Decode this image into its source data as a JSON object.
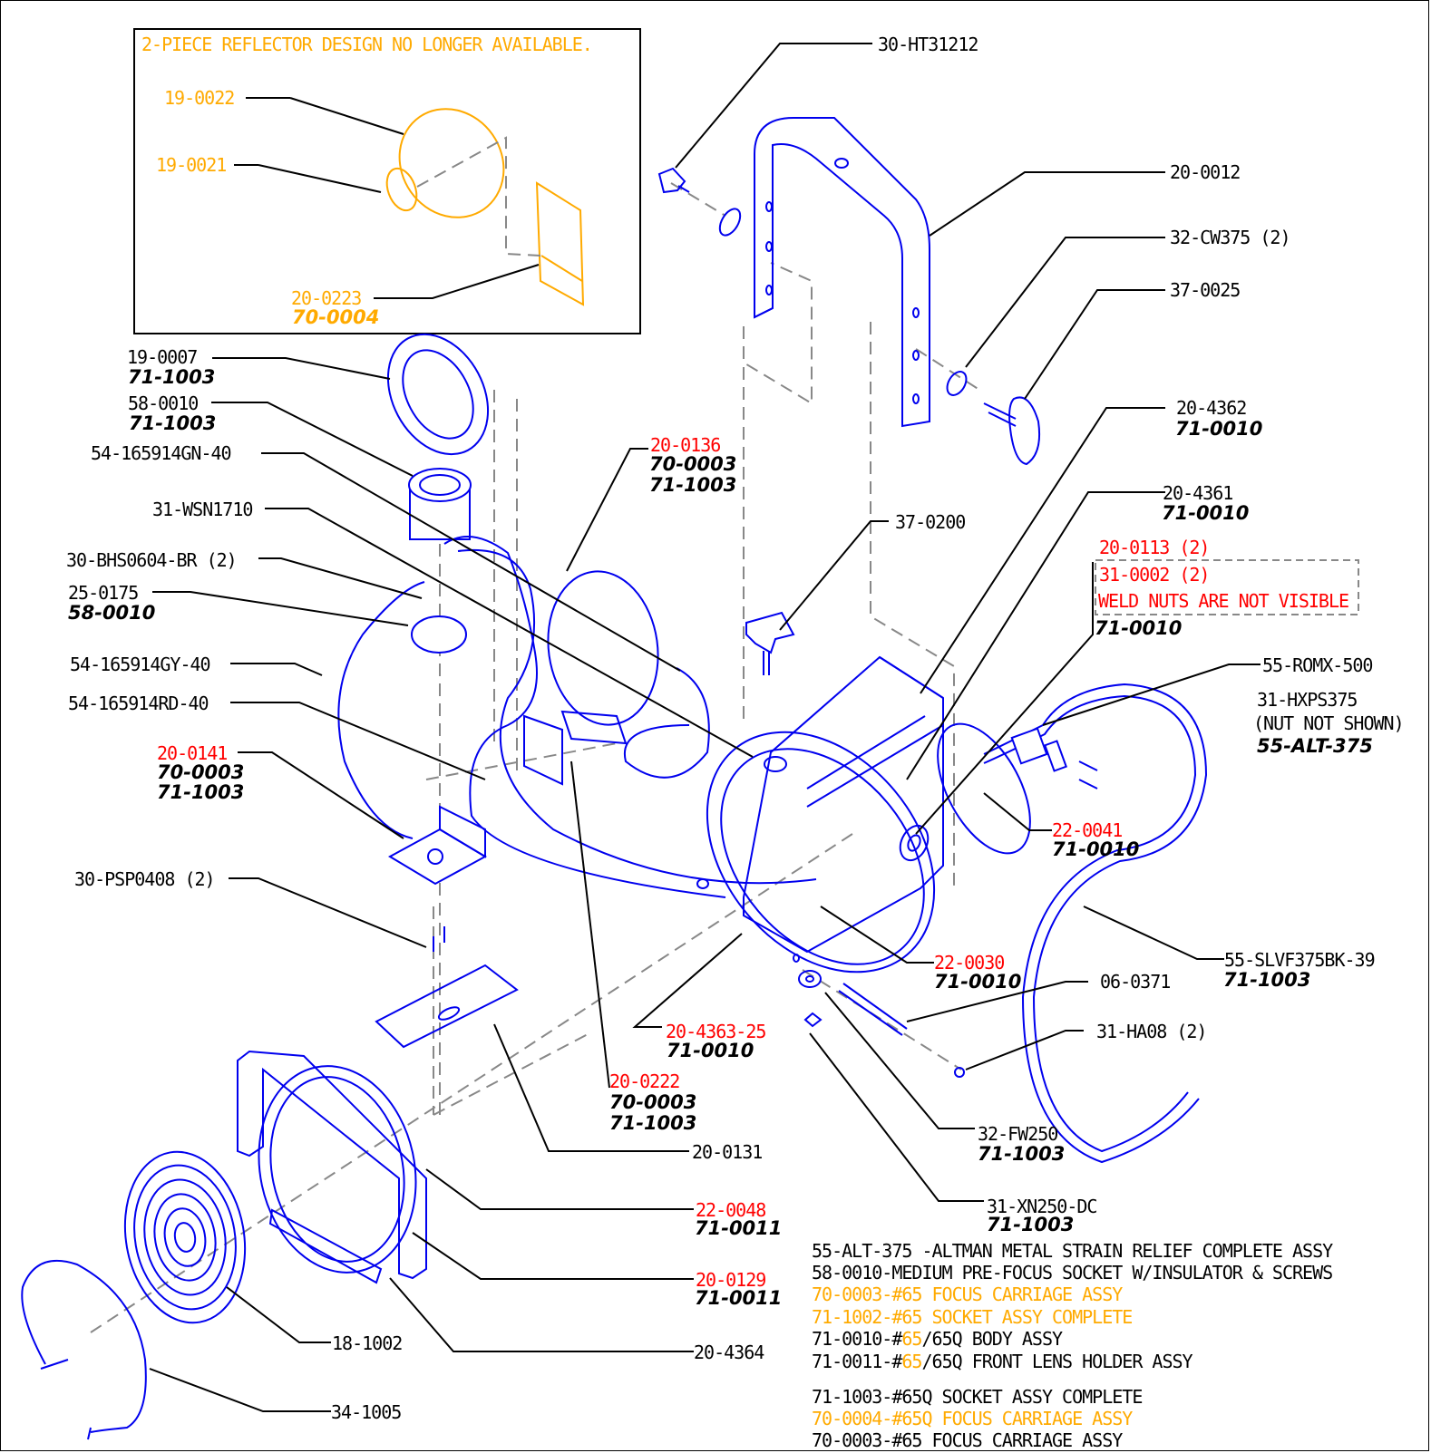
{
  "colors": {
    "parts": "#0000ee",
    "red": "#ff0000",
    "orange": "#ffaa00",
    "black": "#000000",
    "dashed": "#888888"
  },
  "inset": {
    "note": "2-PIECE REFLECTOR DESIGN NO LONGER AVAILABLE.",
    "p1": "19-0022",
    "p2": "19-0021",
    "p3": "20-0223",
    "p3_sub": "70-0004"
  },
  "labels": {
    "l1": "30-HT31212",
    "l2": "20-0012",
    "l3": "32-CW375 (2)",
    "l4": "37-0025",
    "l5": "20-4362",
    "l5s": "71-0010",
    "l6": "20-4361",
    "l6s": "71-0010",
    "l7": "37-0200",
    "l8": "20-0113 (2)",
    "l9": "31-0002 (2)",
    "l10": "WELD NUTS ARE NOT VISIBLE",
    "l10s": "71-0010",
    "l11": "55-ROMX-500",
    "l12": "31-HXPS375",
    "l13": "(NUT NOT SHOWN)",
    "l13s": "55-ALT-375",
    "l14": "22-0041",
    "l14s": "71-0010",
    "l15": "55-SLVF375BK-39",
    "l15s": "71-1003",
    "l16": "22-0030",
    "l16s": "71-0010",
    "l17": "06-0371",
    "l18": "31-HA08 (2)",
    "l19": "20-4363-25",
    "l19s": "71-0010",
    "l20": "32-FW250",
    "l20s": "71-1003",
    "l21": "31-XN250-DC",
    "l21s": "71-1003",
    "l22": "20-0136",
    "l22s1": "70-0003",
    "l22s2": "71-1003",
    "l23": "19-0007",
    "l23s": "71-1003",
    "l24": "58-0010",
    "l24s": "71-1003",
    "l25": "54-165914GN-40",
    "l26": "31-WSN1710",
    "l27": "30-BHS0604-BR (2)",
    "l28": "25-0175",
    "l28s": "58-0010",
    "l29": "54-165914GY-40",
    "l30": "54-165914RD-40",
    "l31": "20-0141",
    "l31s1": "70-0003",
    "l31s2": "71-1003",
    "l32": "30-PSP0408 (2)",
    "l33": "20-0222",
    "l33s1": "70-0003",
    "l33s2": "71-1003",
    "l34": "20-0131",
    "l35": "22-0048",
    "l35s": "71-0011",
    "l36": "20-0129",
    "l36s": "71-0011",
    "l37": "18-1002",
    "l38": "20-4364",
    "l39": "34-1005"
  },
  "legend": [
    {
      "code": "55-ALT-375",
      "sep": " -",
      "text": "ALTMAN METAL STRAIN RELIEF COMPLETE ASSY",
      "color": "black"
    },
    {
      "code": "58-0010",
      "sep": "-",
      "text": "MEDIUM PRE-FOCUS SOCKET W/INSULATOR & SCREWS",
      "color": "black"
    },
    {
      "code": "70-0003",
      "sep": "-",
      "text": "#65 FOCUS CARRIAGE ASSY",
      "color": "orange"
    },
    {
      "code": "71-1002",
      "sep": "-",
      "text": "#65 SOCKET ASSY COMPLETE",
      "color": "orange"
    },
    {
      "code": "71-0010",
      "sep": "-#",
      "hl": "65",
      "text": "/65Q BODY ASSY",
      "color": "black"
    },
    {
      "code": "71-0011",
      "sep": "-#",
      "hl": "65",
      "text": "/65Q FRONT LENS HOLDER ASSY",
      "color": "black"
    },
    {
      "code": "71-1003",
      "sep": "-#",
      "text": "65Q SOCKET ASSY COMPLETE",
      "color": "black"
    },
    {
      "code": "70-0004",
      "sep": "-#",
      "text": "65Q FOCUS CARRIAGE ASSY",
      "color": "orange"
    },
    {
      "code": "70-0003",
      "sep": "-#",
      "text": "65 FOCUS CARRIAGE ASSY",
      "color": "black"
    }
  ]
}
